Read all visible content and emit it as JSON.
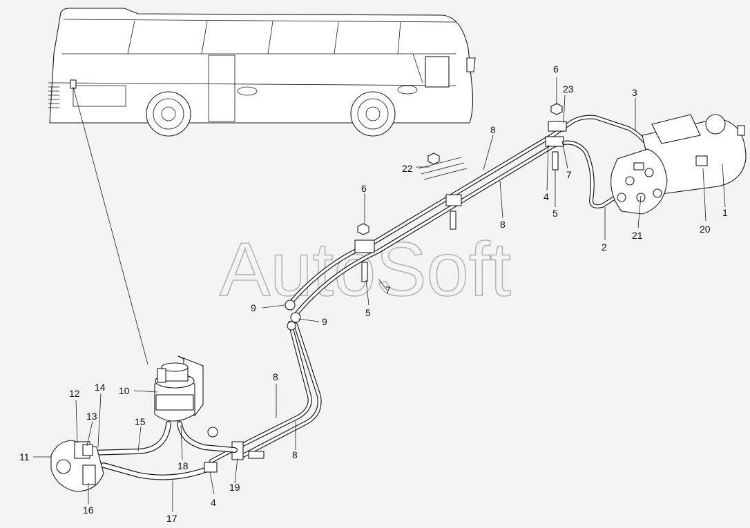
{
  "watermark": "AutoSoft",
  "callouts": [
    {
      "id": "c1",
      "text": "1"
    },
    {
      "id": "c2",
      "text": "2"
    },
    {
      "id": "c3",
      "text": "3"
    },
    {
      "id": "c4a",
      "text": "4"
    },
    {
      "id": "c4b",
      "text": "4"
    },
    {
      "id": "c5a",
      "text": "5"
    },
    {
      "id": "c5b",
      "text": "5"
    },
    {
      "id": "c6a",
      "text": "6"
    },
    {
      "id": "c6b",
      "text": "6"
    },
    {
      "id": "c7a",
      "text": "7"
    },
    {
      "id": "c7b",
      "text": "7"
    },
    {
      "id": "c8a",
      "text": "8"
    },
    {
      "id": "c8b",
      "text": "8"
    },
    {
      "id": "c8c",
      "text": "8"
    },
    {
      "id": "c8d",
      "text": "8"
    },
    {
      "id": "c9a",
      "text": "9"
    },
    {
      "id": "c9b",
      "text": "9"
    },
    {
      "id": "c10",
      "text": "10"
    },
    {
      "id": "c11",
      "text": "11"
    },
    {
      "id": "c12",
      "text": "12"
    },
    {
      "id": "c13",
      "text": "13"
    },
    {
      "id": "c14",
      "text": "14"
    },
    {
      "id": "c15",
      "text": "15"
    },
    {
      "id": "c16",
      "text": "16"
    },
    {
      "id": "c17",
      "text": "17"
    },
    {
      "id": "c18",
      "text": "18"
    },
    {
      "id": "c19",
      "text": "19"
    },
    {
      "id": "c20",
      "text": "20"
    },
    {
      "id": "c21",
      "text": "21"
    },
    {
      "id": "c22",
      "text": "22"
    },
    {
      "id": "c23",
      "text": "23"
    }
  ]
}
